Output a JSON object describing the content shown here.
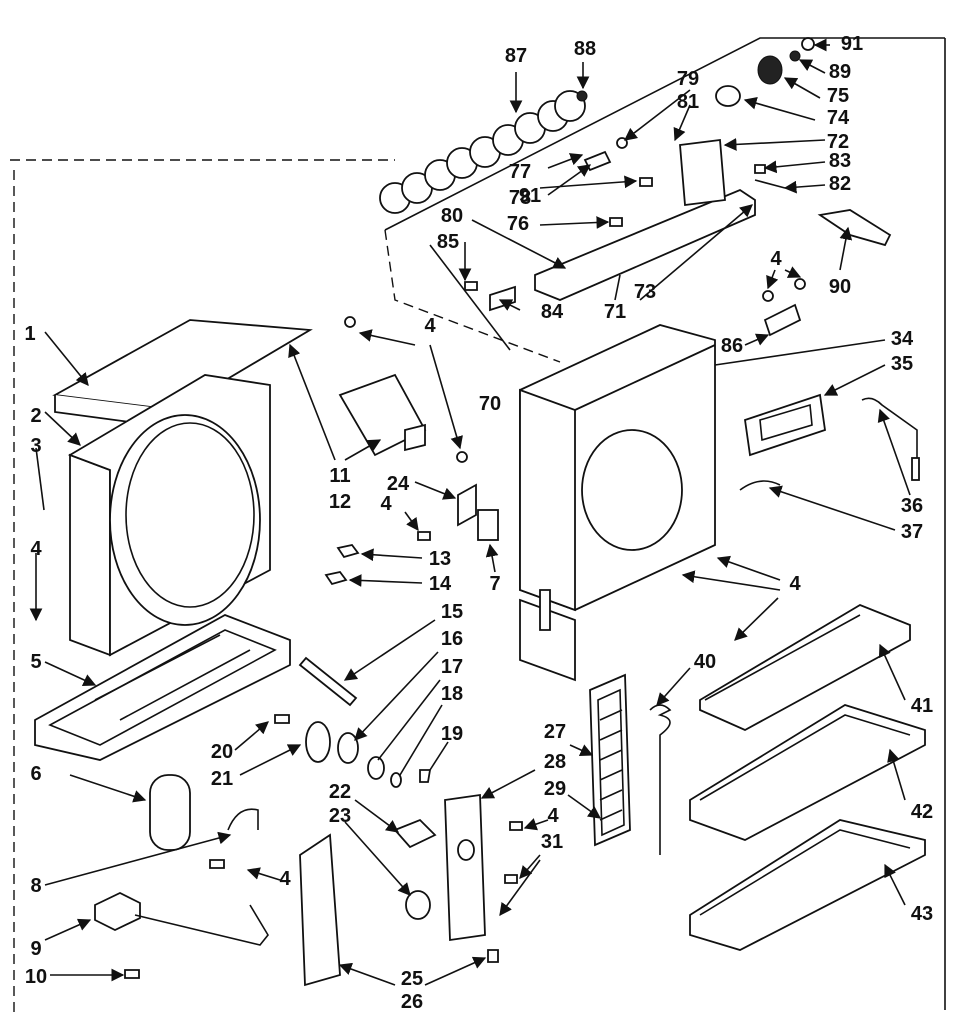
{
  "callouts": [
    "1",
    "2",
    "3",
    "4",
    "5",
    "6",
    "7",
    "8",
    "9",
    "10",
    "11",
    "12",
    "13",
    "14",
    "15",
    "16",
    "17",
    "18",
    "19",
    "20",
    "21",
    "22",
    "23",
    "24",
    "25",
    "26",
    "27",
    "28",
    "29",
    "31",
    "34",
    "35",
    "36",
    "37",
    "40",
    "41",
    "42",
    "43",
    "70",
    "71",
    "72",
    "73",
    "74",
    "75",
    "76",
    "77",
    "78",
    "79",
    "80",
    "81",
    "82",
    "83",
    "84",
    "85",
    "86",
    "87",
    "88",
    "89",
    "90",
    "91"
  ]
}
